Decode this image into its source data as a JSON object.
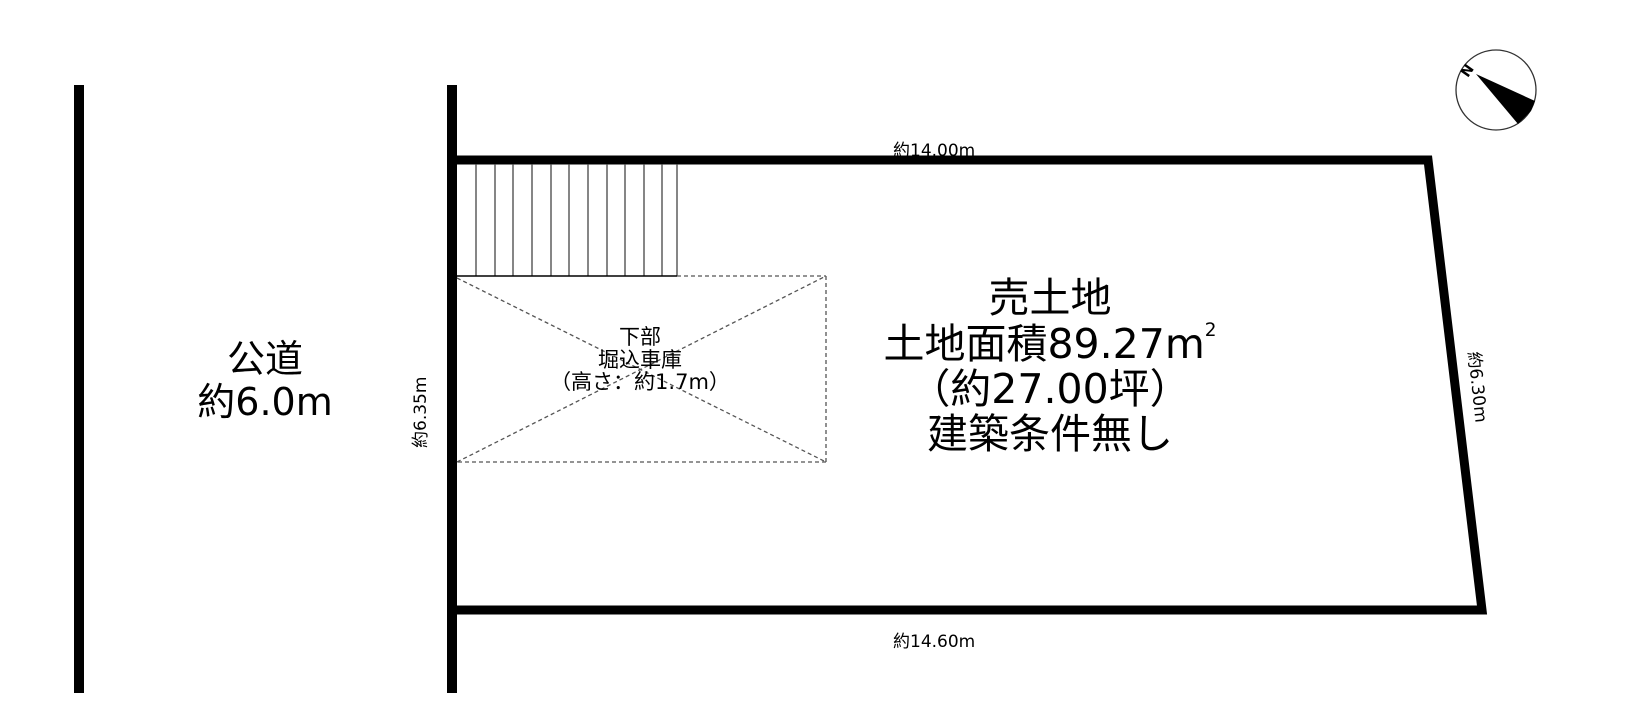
{
  "diagram": {
    "type": "land survey / lot plan",
    "road": {
      "label": "公道",
      "width": "約6.0m"
    },
    "lot": {
      "title": "売土地",
      "area_label": "土地面積89.27㎡",
      "area_m2_text": "土地面積89.27m",
      "area_unit_sup": "2",
      "area_tsubo": "（約27.00坪）",
      "condition": "建築条件無し"
    },
    "garage": {
      "line1": "下部",
      "line2": "堀込車庫",
      "line3": "（高さ：約1.7m）"
    },
    "dimensions": {
      "top": "約14.00m",
      "bottom": "約14.60m",
      "left": "約6.35m",
      "right": "約6.30m"
    },
    "compass": {
      "label": "N"
    },
    "colors": {
      "line": "#000000",
      "background": "#ffffff",
      "dashed": "#555555"
    }
  }
}
